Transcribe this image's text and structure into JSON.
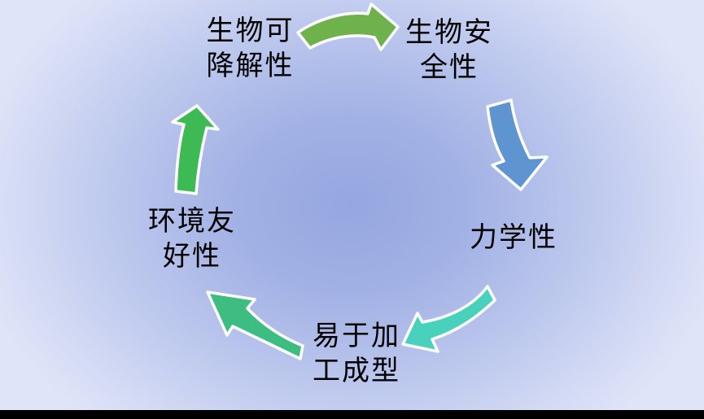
{
  "diagram": {
    "type": "cycle",
    "text_color": "#000000",
    "nodes": [
      {
        "id": "biodegradability",
        "lines": [
          "生物可",
          "降解性"
        ]
      },
      {
        "id": "biosafety",
        "lines": [
          "生物安",
          "全性"
        ]
      },
      {
        "id": "mechanical-property",
        "lines": [
          "力学性"
        ]
      },
      {
        "id": "processability",
        "lines": [
          "易于加",
          "工成型"
        ]
      },
      {
        "id": "eco-friendliness",
        "lines": [
          "环境友",
          "好性"
        ]
      }
    ],
    "arrows": [
      {
        "from": "biodegradability",
        "to": "biosafety",
        "direction": "right",
        "color": "#6fb14b",
        "outline": "#ffffff"
      },
      {
        "from": "biosafety",
        "to": "mechanical-property",
        "direction": "down",
        "color": "#5e95d0",
        "outline": "#ffffff"
      },
      {
        "from": "mechanical-property",
        "to": "processability",
        "direction": "down-left",
        "color": "#48d1bd",
        "outline": "#ffffff"
      },
      {
        "from": "processability",
        "to": "eco-friendliness",
        "direction": "up-left",
        "color": "#3dbd81",
        "outline": "#ffffff"
      },
      {
        "from": "eco-friendliness",
        "to": "biodegradability",
        "direction": "up",
        "color": "#3eba55",
        "outline": "#ffffff"
      }
    ]
  },
  "background": {
    "center_color": "#95a7e0",
    "edge_color": "#dfe4f8",
    "bottom_bar_color": "#000000"
  }
}
